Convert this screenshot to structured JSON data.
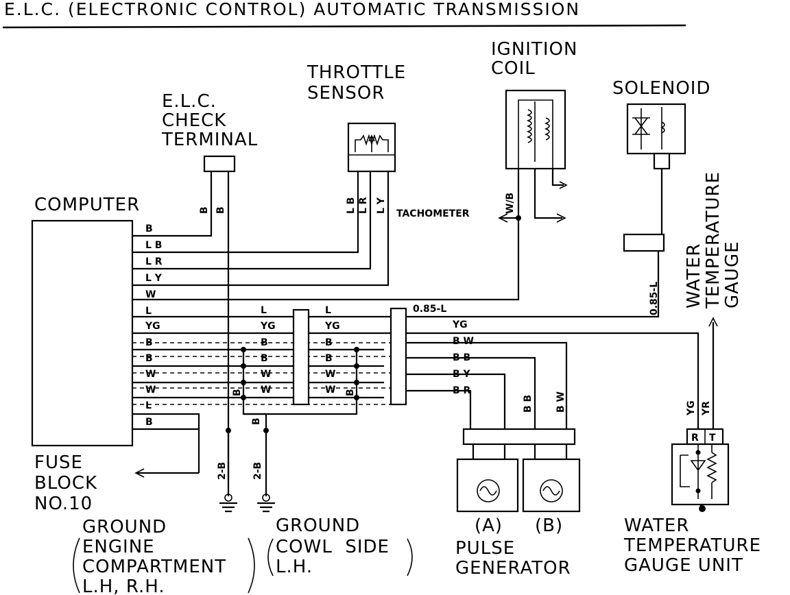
{
  "title": "E.L.C. (ELECTRONIC CONTROL) AUTOMATIC TRANSMISSION",
  "components": {
    "computer": "COMPUTER",
    "check_terminal": [
      "E.L.C.",
      "CHECK",
      "TERMINAL"
    ],
    "throttle_sensor": [
      "THROTTLE",
      "SENSOR"
    ],
    "ignition_coil": [
      "IGNITION",
      "COIL"
    ],
    "solenoid": "SOLENOID",
    "tachometer": "TACHOMETER",
    "water_temp_gauge": [
      "WATER",
      "TEMPERATURE",
      "GAUGE"
    ],
    "fuse_block": [
      "FUSE",
      "BLOCK",
      "NO.10"
    ],
    "ground_engine": [
      "GROUND",
      "ENGINE",
      "COMPARTMENT",
      "L.H, R.H."
    ],
    "ground_cowl": [
      "GROUND",
      "COWL  SIDE",
      "L.H."
    ],
    "pulse_generator": [
      "PULSE",
      "GENERATOR"
    ],
    "pulse_a": "(A)",
    "pulse_b": "(B)",
    "water_temp_unit": [
      "WATER",
      "TEMPERATURE",
      "GAUGE UNIT"
    ],
    "unit_terminals": [
      "R",
      "T"
    ]
  },
  "wire_labels": {
    "computer_side": [
      "B",
      "L  B",
      "L  R",
      "L  Y",
      "W",
      "L",
      "YG",
      "B",
      "B",
      "W",
      "W",
      "L",
      "B"
    ],
    "check_terminal": [
      "B",
      "B"
    ],
    "throttle": [
      "L B",
      "L R",
      "L Y"
    ],
    "tach_wire": "W/B",
    "solenoid_wire": "0.85-L",
    "mid_L1": "L",
    "mid_L2": "L",
    "mid_085L": "0.85-L",
    "mid_YG1": "YG",
    "mid_YG2": "YG",
    "mid_YG3": "YG",
    "mid_B1": "B",
    "mid_B2": "B",
    "mid_B3": "B",
    "mid_B4": "B",
    "mid_W1": "W",
    "mid_W2": "W",
    "mid_W3": "W",
    "mid_W4": "W",
    "pulse_wires": [
      "B  W",
      "B  B",
      "B  Y",
      "B  R"
    ],
    "pulse_vert": [
      "B  B",
      "B  W"
    ],
    "vert_B1": "B",
    "vert_B2": "B",
    "vert_B3": "B",
    "ground_2B_1": "2-B",
    "ground_2B_2": "2-B",
    "gauge_unit_wires": [
      "YG",
      "YR"
    ]
  }
}
